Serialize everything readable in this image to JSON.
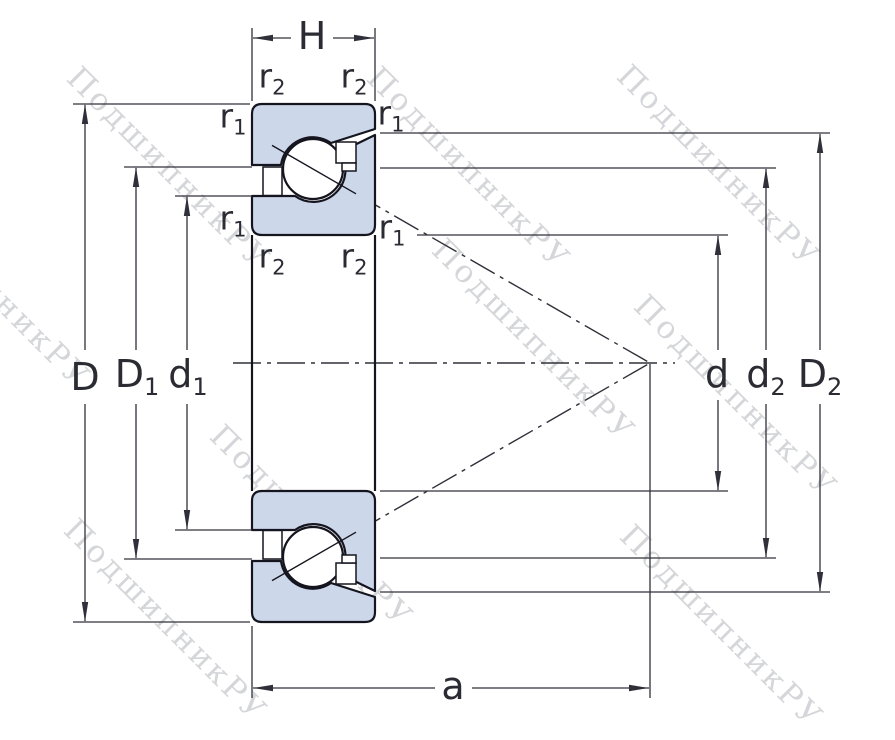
{
  "watermark": {
    "text": "ПодшипникРУ"
  },
  "labels": {
    "H": "H",
    "a": "a",
    "D": "D",
    "d": "d",
    "D1": {
      "base": "D",
      "sub": "1"
    },
    "d1": {
      "base": "d",
      "sub": "1"
    },
    "d2": {
      "base": "d",
      "sub": "2"
    },
    "D2": {
      "base": "D",
      "sub": "2"
    },
    "r1": {
      "base": "r",
      "sub": "1"
    },
    "r2": {
      "base": "r",
      "sub": "2"
    }
  },
  "colors": {
    "bearing_fill": "#cdd7ea",
    "line_color": "#15151f",
    "dim_color": "#30303a",
    "text_color": "#2b2b33",
    "watermark_color": "rgba(145,147,155,0.38)"
  }
}
